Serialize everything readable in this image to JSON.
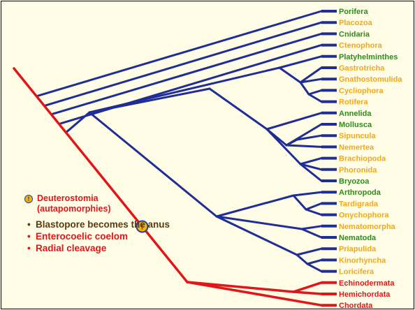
{
  "taxa": [
    {
      "name": "Porifera",
      "color": "#2e8b1e"
    },
    {
      "name": "Placozoa",
      "color": "#f0a81c"
    },
    {
      "name": "Cnidaria",
      "color": "#2e8b1e"
    },
    {
      "name": "Ctenophora",
      "color": "#f0a81c"
    },
    {
      "name": "Platyhelminthes",
      "color": "#2e8b1e"
    },
    {
      "name": "Gastrotricha",
      "color": "#f0a81c"
    },
    {
      "name": "Gnathostomulida",
      "color": "#f0a81c"
    },
    {
      "name": "Cycliophora",
      "color": "#f0a81c"
    },
    {
      "name": "Rotifera",
      "color": "#f0a81c"
    },
    {
      "name": "Annelida",
      "color": "#2e8b1e"
    },
    {
      "name": "Mollusca",
      "color": "#2e8b1e"
    },
    {
      "name": "Sipuncula",
      "color": "#f0a81c"
    },
    {
      "name": "Nemertea",
      "color": "#f0a81c"
    },
    {
      "name": "Brachiopoda",
      "color": "#f0a81c"
    },
    {
      "name": "Phoronida",
      "color": "#f0a81c"
    },
    {
      "name": "Bryozoa",
      "color": "#2e8b1e"
    },
    {
      "name": "Arthropoda",
      "color": "#2e8b1e"
    },
    {
      "name": "Tardigrada",
      "color": "#f0a81c"
    },
    {
      "name": "Onychophora",
      "color": "#f0a81c"
    },
    {
      "name": "Nematomorpha",
      "color": "#f0a81c"
    },
    {
      "name": "Nematoda",
      "color": "#2e8b1e"
    },
    {
      "name": "Priapulida",
      "color": "#f0a81c"
    },
    {
      "name": "Kinorhyncha",
      "color": "#f0a81c"
    },
    {
      "name": "Loricifera",
      "color": "#f0a81c"
    },
    {
      "name": "Echinodermata",
      "color": "#e0161b"
    },
    {
      "name": "Hemichordata",
      "color": "#e0161b"
    },
    {
      "name": "Chordata",
      "color": "#e0161b"
    }
  ],
  "colors": {
    "background": "#fffde6",
    "protostome_branch": "#1f2e96",
    "deuterostome_branch": "#e0161b",
    "marker_fill": "#f4b400",
    "marker_stroke": "#1a3fb8"
  },
  "marker": {
    "glyph": "!",
    "icon": "exclamation-circle-icon"
  },
  "legend": {
    "icon": "exclamation-circle-icon",
    "glyph": "!",
    "title_line1": "Deuterostomia",
    "title_line2": "(autapomorphies)",
    "items": [
      {
        "text": "Blastopore becomes the anus",
        "color": "#5a3a0e"
      },
      {
        "text": "Enterocoelic coelom",
        "color": "#e0161b"
      },
      {
        "text": "Radial cleavage",
        "color": "#e0161b"
      }
    ]
  }
}
